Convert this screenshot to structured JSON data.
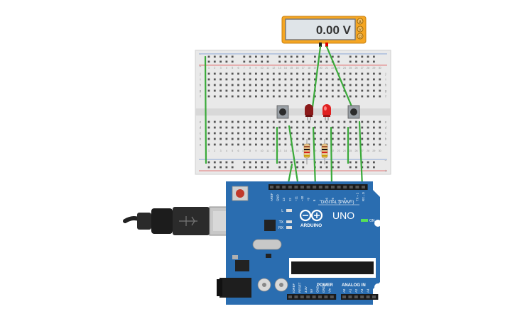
{
  "multimeter": {
    "reading": "0.00 V",
    "modes": [
      "A",
      "V",
      "Ω"
    ]
  },
  "breadboard": {
    "row_labels_top": [
      "j",
      "i",
      "h",
      "g",
      "f"
    ],
    "row_labels_bottom": [
      "e",
      "d",
      "c",
      "b",
      "a"
    ],
    "columns": 30
  },
  "arduino": {
    "brand": "ARDUINO",
    "model": "UNO",
    "digital_label": "DIGITAL (PWM~)",
    "on_label": "ON",
    "power_label": "POWER",
    "analog_label": "ANALOG IN",
    "l_label": "L",
    "tx_label": "TX",
    "rx_label": "RX",
    "digital_pins": [
      "AREF",
      "GND",
      "13",
      "12",
      "~11",
      "~10",
      "~9",
      "8",
      "7",
      "~6",
      "~5",
      "4",
      "~3",
      "2",
      "TX→1",
      "RX←0"
    ],
    "power_pins": [
      "IOREF",
      "RESET",
      "3.3V",
      "5V",
      "GND",
      "GND",
      "Vin"
    ],
    "analog_pins": [
      "A0",
      "A1",
      "A2",
      "A3",
      "A4",
      "A5"
    ]
  },
  "colors": {
    "board_blue": "#2a6db0",
    "wire_green": "#33aa33",
    "led_red": "#e02020",
    "led_dark_red": "#8b1a1a",
    "meter_frame": "#f5a623"
  }
}
